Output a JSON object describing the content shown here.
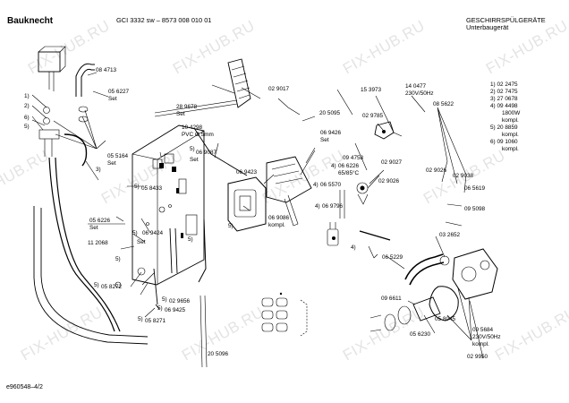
{
  "header": {
    "brand": "Bauknecht",
    "model": "GCI 3332 sw – 8573 008 010 01",
    "category": "GESCHIRRSPÜLGERÄTE",
    "subcategory": "Unterbaugerät"
  },
  "footer": {
    "doc_id": "e960548–4/2"
  },
  "watermark": {
    "text": "FIX-HUB.RU"
  },
  "labels": {
    "l1": "1)",
    "l2": "2)",
    "l6": "6)",
    "l5a": "5)",
    "l3": "3)",
    "p084713": "08 4713",
    "p056227": "05 6227",
    "set1": "Set",
    "p055164": "05 5164",
    "set2": "Set",
    "p289678": "28 9678",
    "set3": "Set",
    "p104298": "10 4298",
    "pvc": "PVC Ø 5mm",
    "p069087": "06 9087",
    "set4": "Set",
    "n5b": "5)",
    "p029017": "02 9017",
    "p205095": "20 5095",
    "p153973": "15 3973",
    "p140477": "14 0477",
    "v230": "230V/50Hz",
    "p085622": "08 5622",
    "p029785": "02 9785",
    "p069426": "06 9426",
    "set5": "Set",
    "p094758": "09 4758",
    "n4a": "4)",
    "p066226": "06 6226",
    "t6585": "65/85°C",
    "p029027": "02 9027",
    "n4b": "4)",
    "p065570": "06 5570",
    "p029026": "02 9026",
    "p069423": "06 9423",
    "n4c": "4)",
    "p069796": "06 9796",
    "p069086": "06 9086",
    "kompl1": "kompl.",
    "p022475": "1)  02 2475",
    "p027475": "2)  02 7475",
    "p270678": "3)  27 0678",
    "p094498": "4)  09 4498",
    "w1800": "1800W",
    "kompl2": "kompl.",
    "p208859": "5)  20 8859",
    "kompl3": "kompl.",
    "p091060": "6)  09 1060",
    "kompl4": "kompl.",
    "p029026b": "02 9026",
    "p029038": "02 9038",
    "p065619": "06 5619",
    "p095098": "09 5098",
    "n5c": "5)",
    "p058433": "05 8433",
    "p056226": "05 6226",
    "set6": "Set",
    "p112068": "11 2068",
    "n5d": "5)",
    "p069424": "06 9424",
    "set7": "Set",
    "n5e": "5)",
    "n5f": "5)",
    "n5g": "5)",
    "n5h": "5)",
    "p058272": "05 8272",
    "n5i": "5)",
    "p029656": "02 9656",
    "n5j": "5)",
    "p069425": "06 9425",
    "n5k": "5)",
    "p058271": "05 8271",
    "p032652": "03 2652",
    "n4d": "4)",
    "p065229": "06 5229",
    "p096611": "09 6611",
    "p058045": "05 8045",
    "p056230": "05 6230",
    "p095684": "09 5684",
    "v230b": "230V/50Hz",
    "kompl5": "kompl.",
    "p029950": "02 9950",
    "p205096": "20 5096"
  }
}
